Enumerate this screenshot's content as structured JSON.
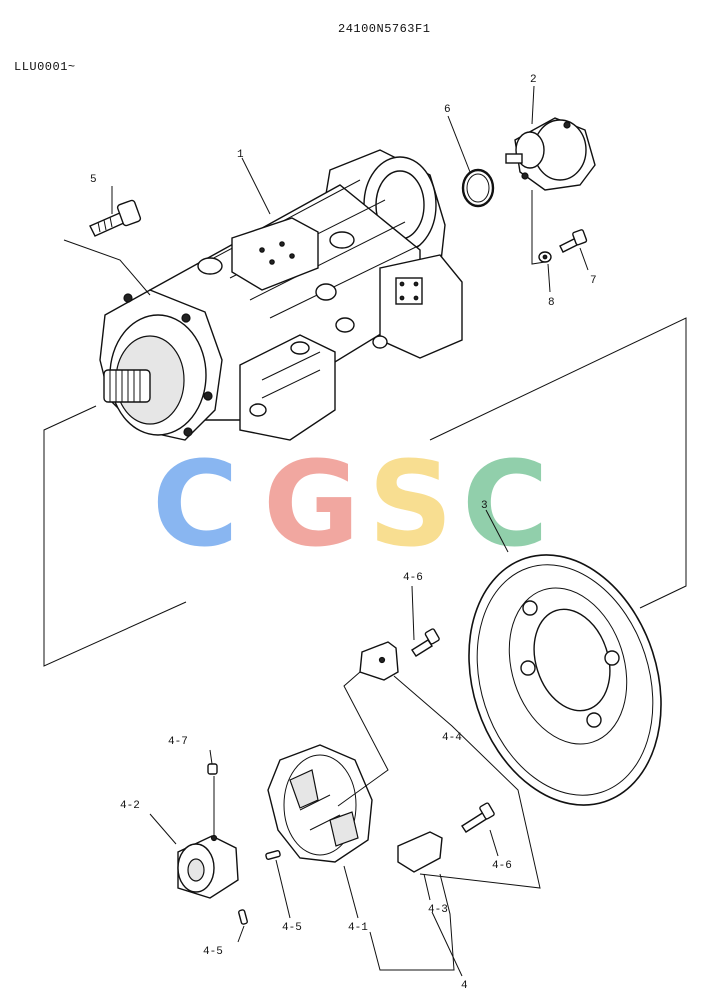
{
  "header": {
    "part_number": "24100N5763F1",
    "serial_range": "LLU0001~"
  },
  "watermark": {
    "letters": [
      {
        "char": "C",
        "color": "#7fb0f0"
      },
      {
        "char": "G",
        "color": "#f0a098"
      },
      {
        "char": "S",
        "color": "#f8dc88"
      },
      {
        "char": "C",
        "color": "#88cca4"
      }
    ]
  },
  "callouts": {
    "c1": "1",
    "c2": "2",
    "c3": "3",
    "c4": "4",
    "c5": "5",
    "c6": "6",
    "c7": "7",
    "c8": "8",
    "c4_1": "4-1",
    "c4_2": "4-2",
    "c4_3": "4-3",
    "c4_4": "4-4",
    "c4_5a": "4-5",
    "c4_5b": "4-5",
    "c4_6a": "4-6",
    "c4_6b": "4-6",
    "c4_7": "4-7"
  }
}
